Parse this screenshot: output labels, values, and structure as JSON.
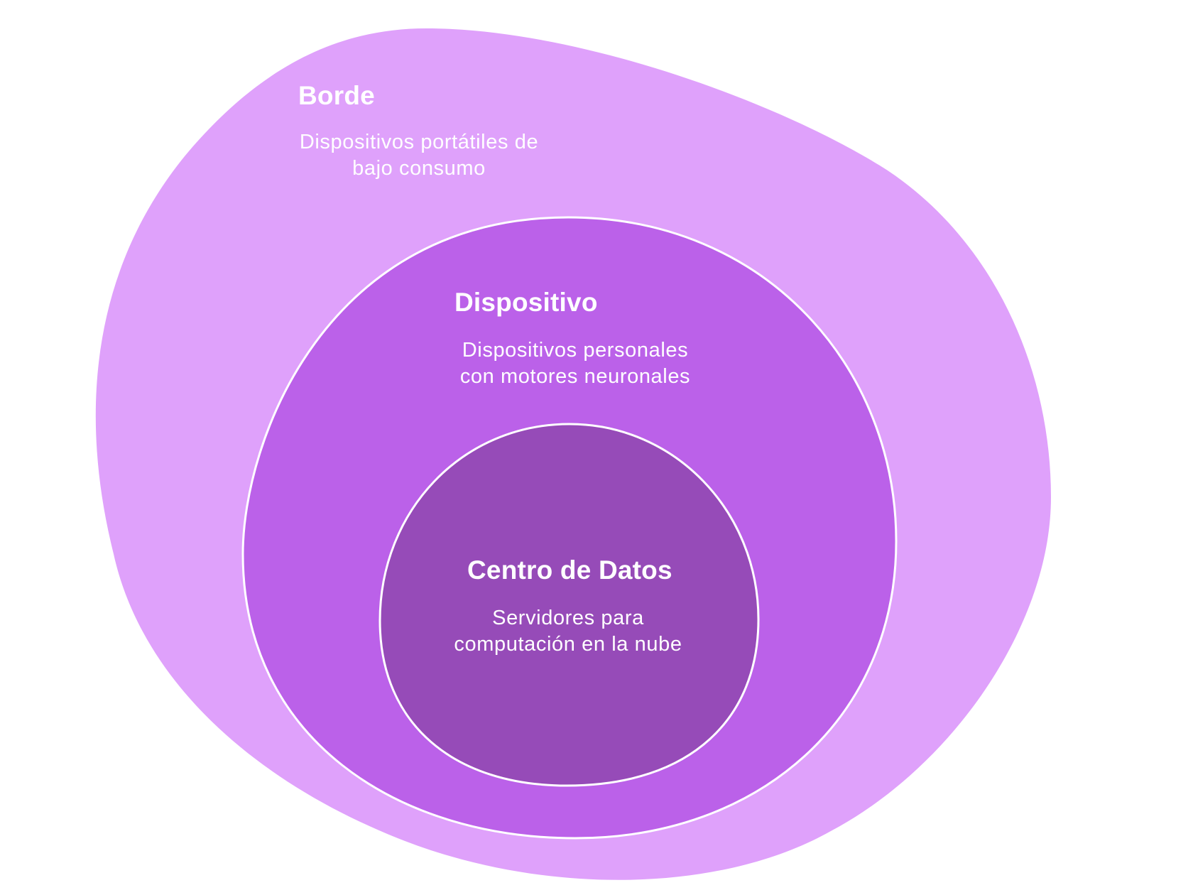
{
  "diagram": {
    "layers": [
      {
        "id": "borde",
        "title": "Borde",
        "description_lines": [
          "Dispositivos portátiles de",
          "bajo consumo"
        ],
        "fill": "#dfa1fb"
      },
      {
        "id": "dispositivo",
        "title": "Dispositivo",
        "description_lines": [
          "Dispositivos personales",
          "con motores neuronales"
        ],
        "fill": "#bb61e9",
        "stroke": "#ffffff"
      },
      {
        "id": "centro-de-datos",
        "title": "Centro de Datos",
        "description_lines": [
          "Servidores para",
          "computación en la nube"
        ],
        "fill": "#964bb8",
        "stroke": "#ffffff"
      }
    ],
    "text_color": "#ffffff"
  }
}
